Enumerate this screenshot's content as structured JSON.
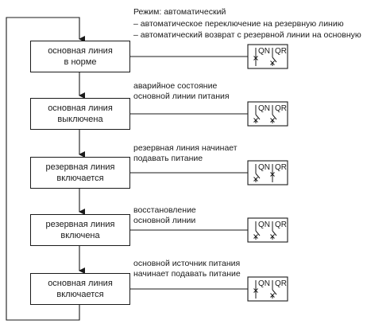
{
  "mode": {
    "title": "Режим: автоматический",
    "line1": "– автоматическое переключение на резервную линию",
    "line2": "– автоматический возврат с резервной линии на основную"
  },
  "switch_labels": {
    "qn": "QN",
    "qr": "QR"
  },
  "steps": [
    {
      "box_line1": "основная линия",
      "box_line2": "в норме",
      "note_line1": "",
      "note_line2": "",
      "qn": "closed",
      "qr": "open"
    },
    {
      "box_line1": "основная линия",
      "box_line2": "выключена",
      "note_line1": "аварийное состояние",
      "note_line2": "основной линии питания",
      "qn": "open",
      "qr": "open"
    },
    {
      "box_line1": "резервная линия",
      "box_line2": "включается",
      "note_line1": "резервная линия начинает",
      "note_line2": "подавать питание",
      "qn": "open",
      "qr": "closed"
    },
    {
      "box_line1": "резервная линия",
      "box_line2": "включена",
      "note_line1": "восстановление",
      "note_line2": "основной линии",
      "qn": "open",
      "qr": "open"
    },
    {
      "box_line1": "основная линия",
      "box_line2": "включается",
      "note_line1": "основной источник питания",
      "note_line2": "начинает подавать питание",
      "qn": "closed",
      "qr": "open"
    }
  ]
}
